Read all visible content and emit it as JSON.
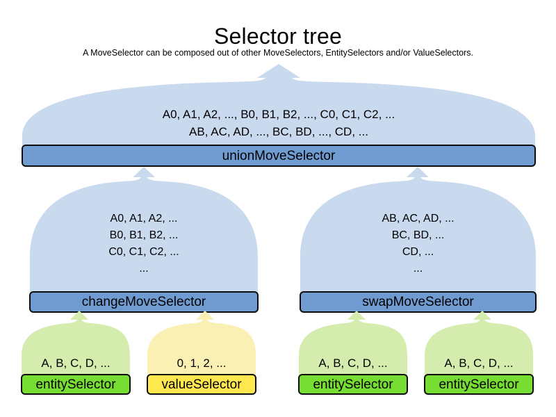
{
  "header": {
    "title": "Selector tree",
    "subtitle": "A MoveSelector can be composed out of other MoveSelectors, EntitySelectors and/or ValueSelectors."
  },
  "colors": {
    "move_cloud_fill": "#c9d9ee",
    "move_bar_fill": "#6f9bd1",
    "move_bar_stroke": "#0d0d0d",
    "entity_cloud_fill": "#d4edae",
    "entity_bar_fill": "#77dd33",
    "value_cloud_fill": "#faf0b3",
    "value_bar_fill": "#ffe84d",
    "text": "#000000",
    "background": "#ffffff"
  },
  "nodes": {
    "union": {
      "label": "unionMoveSelector",
      "output": "A0, A1, A2, ..., B0, B1, B2, ..., C0, C1, C2, ...\nAB, AC, AD, ..., BC, BD, ..., CD, ...",
      "output_lines": [
        "A0, A1, A2, ..., B0, B1, B2, ..., C0, C1, C2, ...",
        "AB, AC, AD, ..., BC, BD, ..., CD, ..."
      ]
    },
    "change": {
      "label": "changeMoveSelector",
      "output": "A0, A1, A2, ...\nB0, B1, B2, ...\nC0, C1, C2, ...\n...",
      "output_lines": [
        "A0, A1, A2, ...",
        "B0, B1, B2, ...",
        "C0, C1, C2, ...",
        "..."
      ]
    },
    "swap": {
      "label": "swapMoveSelector",
      "output": "AB, AC, AD, ...\nBC, BD, ...\nCD, ...\n...",
      "output_lines": [
        "AB, AC, AD, ...",
        "BC, BD, ...",
        "CD, ...",
        "..."
      ]
    },
    "leaf1": {
      "label": "entitySelector",
      "output": "A, B, C, D, ..."
    },
    "leaf2": {
      "label": "valueSelector",
      "output": "0, 1, 2, ..."
    },
    "leaf3": {
      "label": "entitySelector",
      "output": "A, B, C, D, ..."
    },
    "leaf4": {
      "label": "entitySelector",
      "output": "A, B, C, D, ..."
    }
  }
}
